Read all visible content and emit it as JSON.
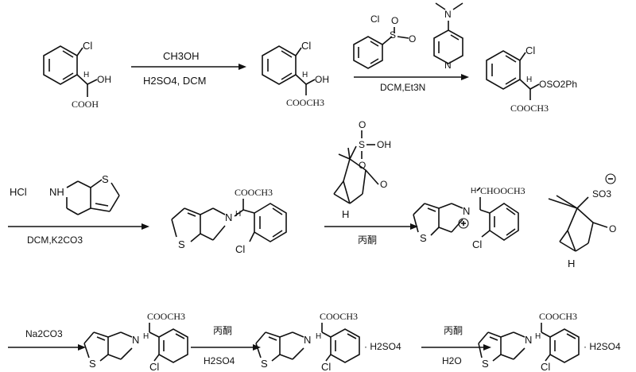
{
  "step1": {
    "reagent_top": "CH3OH",
    "reagent_bottom": "H2SO4, DCM",
    "sm": {
      "cl": "Cl",
      "h": "H",
      "oh": "OH",
      "acid": "COOH"
    },
    "product": {
      "cl": "Cl",
      "h": "H",
      "oh": "OH",
      "ester": "COOCH3"
    }
  },
  "step2": {
    "reagent_cl": "Cl",
    "reagent_o1": "O",
    "reagent_o2": "O",
    "reagent_s": "S",
    "dmap_n_top": "N",
    "dmap_n_ring": "N",
    "conditions": "DCM,Et3N",
    "product": {
      "cl": "Cl",
      "h": "H",
      "oso2ph": "OSO2Ph",
      "ester": "COOCH3"
    }
  },
  "step3": {
    "hcl": "HCl",
    "nh": "NH",
    "s": "S",
    "conditions": "DCM,K2CO3",
    "product": {
      "ester": "COOCH3",
      "h": "H",
      "n": "N",
      "s": "S",
      "cl": "Cl"
    }
  },
  "step4": {
    "csa": {
      "s": "S",
      "o1": "O",
      "o2": "O",
      "oh": "OH",
      "ketone_o": "O",
      "h": "H"
    },
    "solvent": "丙酮",
    "product": {
      "h": "H",
      "ester": "CHOOCH3",
      "n": "N",
      "s": "S",
      "cl": "Cl",
      "so3": "SO3",
      "o": "O",
      "hb": "H"
    }
  },
  "row3": {
    "base": "Na2CO3",
    "free": {
      "ester": "COOCH3",
      "h": "H",
      "n": "N",
      "s": "S",
      "cl": "Cl"
    },
    "arrow1_top": "丙酮",
    "arrow1_bottom": "H2SO4",
    "salt1": {
      "ester": "COOCH3",
      "h": "H",
      "n": "N",
      "s": "S",
      "cl": "Cl",
      "acid": "· H2SO4"
    },
    "arrow2_top": "丙酮",
    "arrow2_bottom": "H2O",
    "salt2": {
      "ester": "COOCH3",
      "h": "H",
      "n": "N",
      "s": "S",
      "cl": "Cl",
      "acid": "· H2SO4"
    }
  }
}
